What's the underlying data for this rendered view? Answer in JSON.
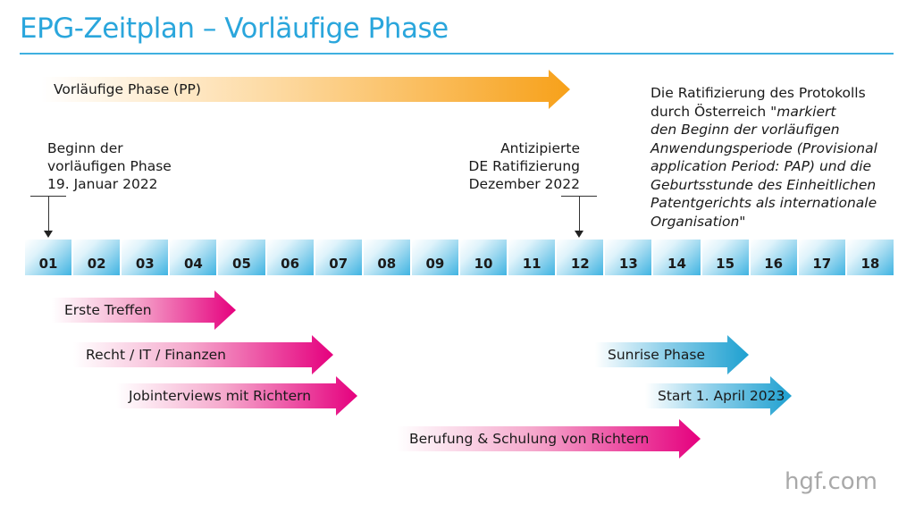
{
  "title": "EPG-Zeitplan – Vorläufige Phase",
  "phase_arrow": {
    "label": "Vorläufige Phase (PP)",
    "color": "#f7a11a"
  },
  "start_note": {
    "line1": "Beginn der",
    "line2": "vorläufigen Phase",
    "line3": "19. Januar 2022"
  },
  "ratification_note": {
    "line1": "Antizipierte",
    "line2": "DE Ratifizierung",
    "line3": "Dezember 2022"
  },
  "quote": {
    "line1": "Die Ratifizierung des Protokolls",
    "line2_plain": "durch Österreich ",
    "line2_italic": "\"markiert",
    "line3": "den Beginn der vorläufigen",
    "line4": "Anwendungsperiode (Provisional",
    "line5": "application Period: PAP) und die",
    "line6": "Geburtsstunde des Einheitlichen",
    "line7": "Patentgerichts als internationale",
    "line8": "Organisation\""
  },
  "timeline": {
    "months": [
      "01",
      "02",
      "03",
      "04",
      "05",
      "06",
      "07",
      "08",
      "09",
      "10",
      "11",
      "12",
      "13",
      "14",
      "15",
      "16",
      "17",
      "18"
    ],
    "color": "#40b4e2"
  },
  "activities": [
    {
      "label": "Erste Treffen",
      "color": "#e5007e"
    },
    {
      "label": "Recht / IT / Finanzen",
      "color": "#e5007e"
    },
    {
      "label": "Jobinterviews mit Richtern",
      "color": "#e5007e"
    },
    {
      "label": "Berufung & Schulung von Richtern",
      "color": "#e5007e"
    },
    {
      "label": "Sunrise Phase",
      "color": "#1ea0d0"
    },
    {
      "label": "Start 1. April 2023",
      "color": "#1ea0d0"
    }
  ],
  "brand": "hgf.com"
}
